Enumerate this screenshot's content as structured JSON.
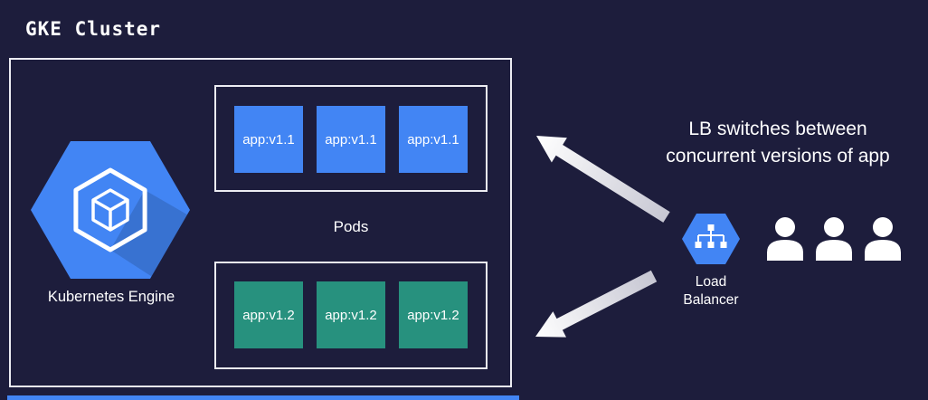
{
  "title": "GKE Cluster",
  "cluster": {
    "engine_label": "Kubernetes Engine",
    "pods_label": "Pods",
    "top_row": [
      "app:v1.1",
      "app:v1.1",
      "app:v1.1"
    ],
    "bottom_row": [
      "app:v1.2",
      "app:v1.2",
      "app:v1.2"
    ]
  },
  "annotation": {
    "line1": "LB switches between",
    "line2": "concurrent versions of app"
  },
  "load_balancer": {
    "label": "Load\nBalancer"
  },
  "users": {
    "count": 3
  },
  "colors": {
    "background": "#1D1D3C",
    "app_v1_1": "#4285F4",
    "app_v1_2": "#27917E",
    "box_border": "#ECECF2",
    "icon_blue": "#4285F4",
    "arrow": "#FFFFFF"
  }
}
